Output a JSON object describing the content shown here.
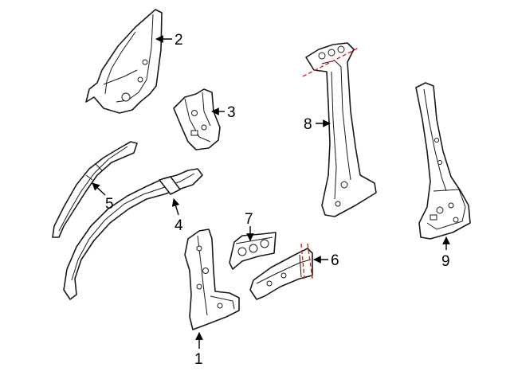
{
  "callouts": {
    "c1": "1",
    "c2": "2",
    "c3": "3",
    "c4": "4",
    "c5": "5",
    "c6": "6",
    "c7": "7",
    "c8": "8",
    "c9": "9"
  },
  "colors": {
    "outline": "#1a1a1a",
    "cut_line": "#e02020",
    "background": "#ffffff"
  }
}
